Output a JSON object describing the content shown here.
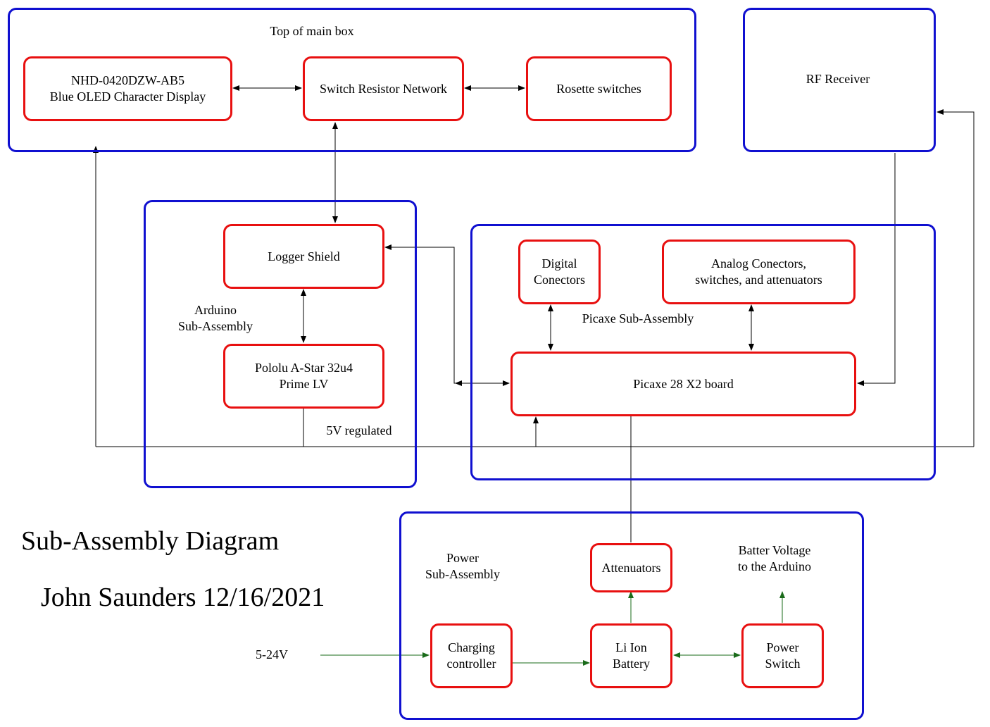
{
  "groups": {
    "top_main_box": "Top of main box",
    "rf_receiver": "RF Receiver",
    "arduino": "Arduino\nSub-Assembly",
    "picaxe": "Picaxe Sub-Assembly",
    "power": "Power\nSub-Assembly"
  },
  "blocks": {
    "oled_display": "NHD-0420DZW-AB5\nBlue OLED Character  Display",
    "switch_network": "Switch Resistor Network",
    "rosette_switches": "Rosette switches",
    "logger_shield": "Logger Shield",
    "pololu": "Pololu A-Star 32u4\nPrime LV",
    "digital_connectors": "Digital\nConectors",
    "analog_connectors": "Analog Conectors,\nswitches, and attenuators",
    "picaxe_board": "Picaxe 28 X2 board",
    "attenuators": "Attenuators",
    "charging_controller": "Charging\ncontroller",
    "li_ion_battery": "Li Ion\nBattery",
    "power_switch": "Power\nSwitch"
  },
  "labels": {
    "regulated": "5V regulated",
    "input_voltage": "5-24V",
    "battery_voltage": "Batter Voltage\nto the Arduino"
  },
  "title": {
    "main": "Sub-Assembly Diagram",
    "author": "John Saunders 12/16/2021"
  },
  "colors": {
    "group_border": "#1010d0",
    "block_border": "#e81010",
    "signal_line": "#000000",
    "power_line": "#1a6b1a"
  }
}
